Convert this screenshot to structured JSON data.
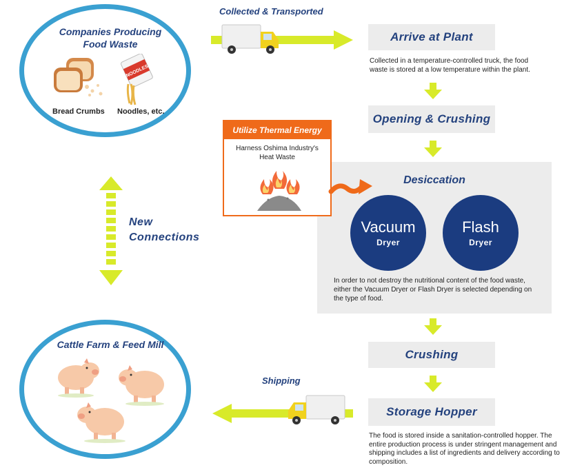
{
  "top_circle": {
    "title_line1": "Companies Producing",
    "title_line2": "Food Waste",
    "label_bread": "Bread Crumbs",
    "label_noodles": "Noodles, etc.",
    "noodle_cup_text": "NOODLES"
  },
  "bottom_circle": {
    "title": "Cattle Farm & Feed Mill"
  },
  "collected_label": "Collected & Transported",
  "shipping_label": "Shipping",
  "new_connections": {
    "line1": "New",
    "line2": "Connections"
  },
  "steps": {
    "arrive": "Arrive at Plant",
    "arrive_desc": "Collected in a temperature-controlled truck, the food waste is stored at a low temperature within the plant.",
    "opening": "Opening & Crushing",
    "desiccation": "Desiccation",
    "vacuum": {
      "big": "Vacuum",
      "small": "Dryer"
    },
    "flash": {
      "big": "Flash",
      "small": "Dryer"
    },
    "desiccation_desc": "In order to not destroy the nutritional content of the food waste, either the Vacuum Dryer or Flash Dryer is selected depending on the type of food.",
    "crushing": "Crushing",
    "storage": "Storage Hopper",
    "storage_desc": "The food is stored inside a sanitation-controlled hopper. The entire production process is under stringent management and shipping includes a list of ingredients and delivery according to composition."
  },
  "thermal": {
    "header": "Utilize Thermal Energy",
    "line1": "Harness Oshima Industry's",
    "line2": "Heat Waste"
  },
  "colors": {
    "navy": "#1b3c80",
    "circle_border": "#3aa0d1",
    "arrow_yellow": "#d8ea2a",
    "orange": "#ef6a1a",
    "box_grey": "#ececec"
  }
}
